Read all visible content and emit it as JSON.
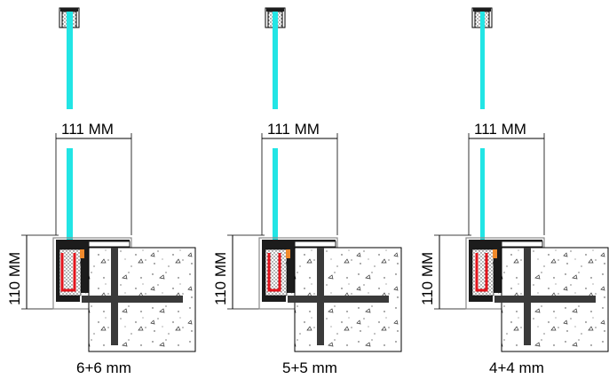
{
  "colors": {
    "glass": "#22e5e5",
    "profile": "#1c1c1c",
    "gasket_red": "#e4141c",
    "gasket_orange": "#f08a2c",
    "concrete_stroke": "#000000",
    "dim_line": "#000000",
    "frame_gray": "#8a8a8a"
  },
  "details": [
    {
      "width_label": "111 MM",
      "height_label": "110 MM",
      "caption": "6+6 mm"
    },
    {
      "width_label": "111 MM",
      "height_label": "110 MM",
      "caption": "5+5 mm"
    },
    {
      "width_label": "111 MM",
      "height_label": "110 MM",
      "caption": "4+4 mm"
    }
  ]
}
